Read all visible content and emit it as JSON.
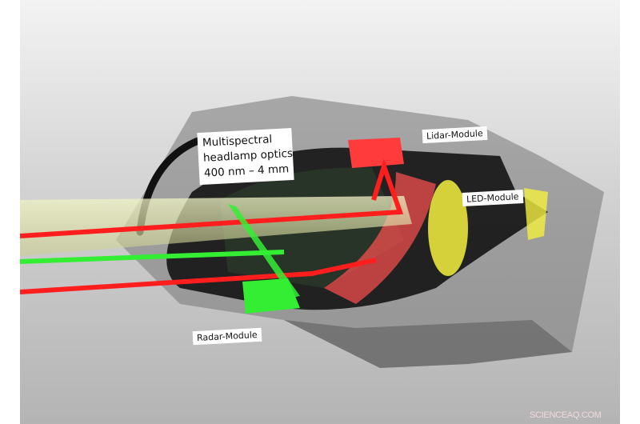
{
  "diagram": {
    "main_label": [
      "Multispectral",
      "headlamp optics",
      "400 nm – 4 mm"
    ],
    "lidar_label": "Lidar-Module",
    "led_label": "LED-Module",
    "radar_label": "Radar-Module",
    "watermark": "SCIENCEAQ.COM"
  },
  "colors": {
    "lidar": "#ff2a2a",
    "radar": "#33ee33",
    "led": "#f5f040",
    "housing": "#6f6f6f",
    "shell": "#141414"
  }
}
